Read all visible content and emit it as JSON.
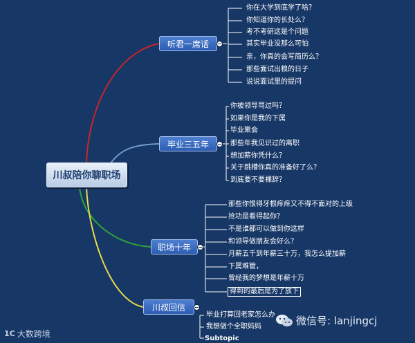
{
  "central": {
    "label": "川叔陪你聊职场"
  },
  "branches": [
    {
      "label": "听君一席话",
      "items": [
        "你在大学到底学了啥？",
        "你知道你的长处么？",
        "考不考研这是个问题",
        "其实毕业没那么可怕",
        "亲，你真的会写简历么？",
        "那些面试出糗的日子",
        "说说面试里的提问"
      ]
    },
    {
      "label": "毕业三五年",
      "items": [
        "你被领导骂过吗？",
        "如果你是我的下属",
        "毕业聚会",
        "那些年我见识过的离职",
        "想加薪你凭什么？",
        "关于跳槽你真的准备好了么？",
        "到底要不要裸辞？"
      ]
    },
    {
      "label": "职场十年",
      "items": [
        "那些你恨得牙根痒痒又不得不面对的上级",
        "抢功是看得起你？",
        "不是谁都可以做到你这样",
        "和领导做朋友会好么？",
        "月薪五千到年薪三十万，我怎么提加薪",
        "下属难管，",
        "曾经我的梦想是年薪十万",
        "得到的最后是为了放下"
      ]
    },
    {
      "label": "川叔回信",
      "items": [
        "毕业打算回老家怎么办",
        "我想做个全职妈妈"
      ],
      "extra": "Subtopic"
    }
  ],
  "watermarks": {
    "left": "大数跨境",
    "left_logo": "1C",
    "right": "微信号: lanjingcj"
  },
  "colors": {
    "bg": "#173766",
    "branch1": "#c8242c",
    "branch2": "#6f9ccc",
    "branch3": "#2fa43a",
    "branch4": "#e6dc4a"
  }
}
